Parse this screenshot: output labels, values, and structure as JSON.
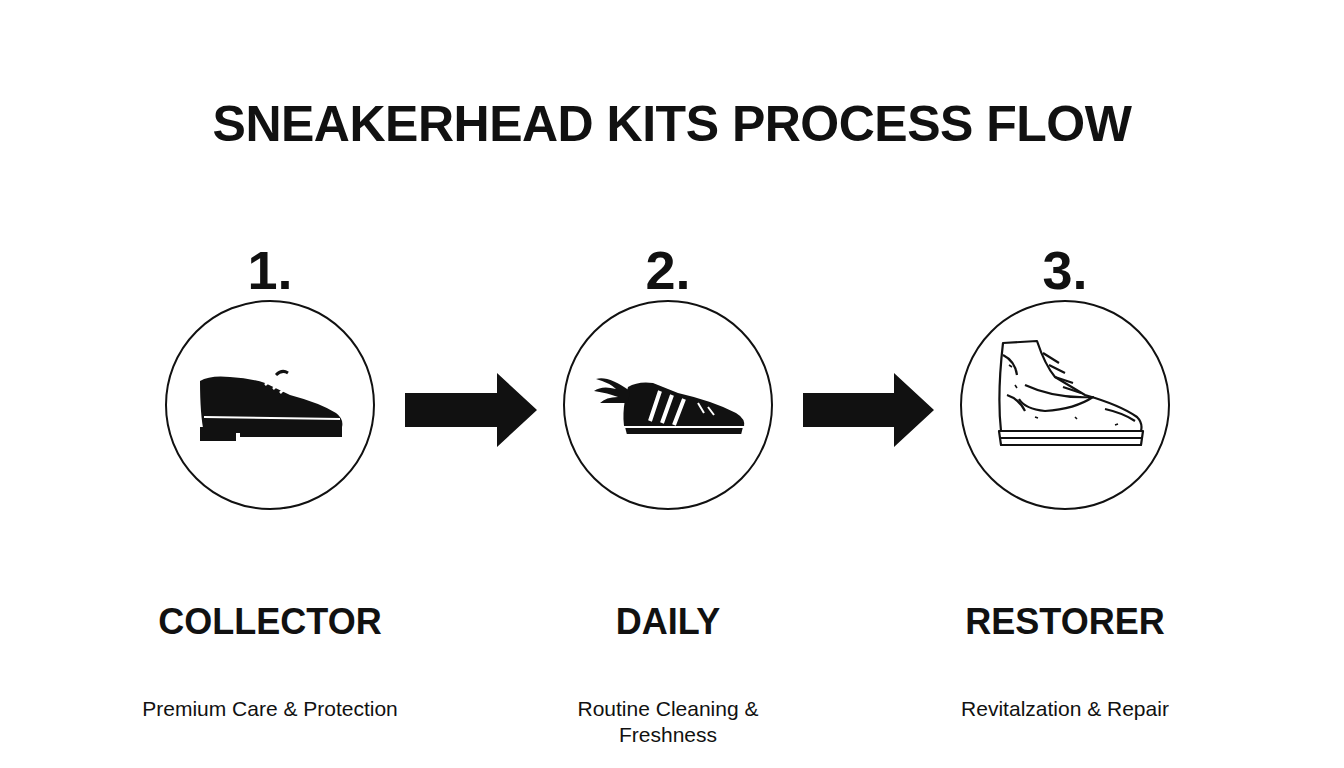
{
  "diagram": {
    "title": "SNEAKERHEAD KITS PROCESS FLOW",
    "nodes": [
      {
        "text": [
          "1.",
          "COLLECTOR",
          "Premium Care & Protection"
        ]
      },
      {
        "text": [
          "2.",
          "DAILY",
          "Routine Cleaning & Freshness"
        ]
      },
      {
        "text": [
          "3.",
          "RESTORER",
          "Revitalzation & Repair"
        ]
      }
    ],
    "edges": [
      {
        "from": 0,
        "to": 1,
        "arrow": "to"
      },
      {
        "from": 1,
        "to": 2,
        "arrow": "to"
      }
    ]
  }
}
